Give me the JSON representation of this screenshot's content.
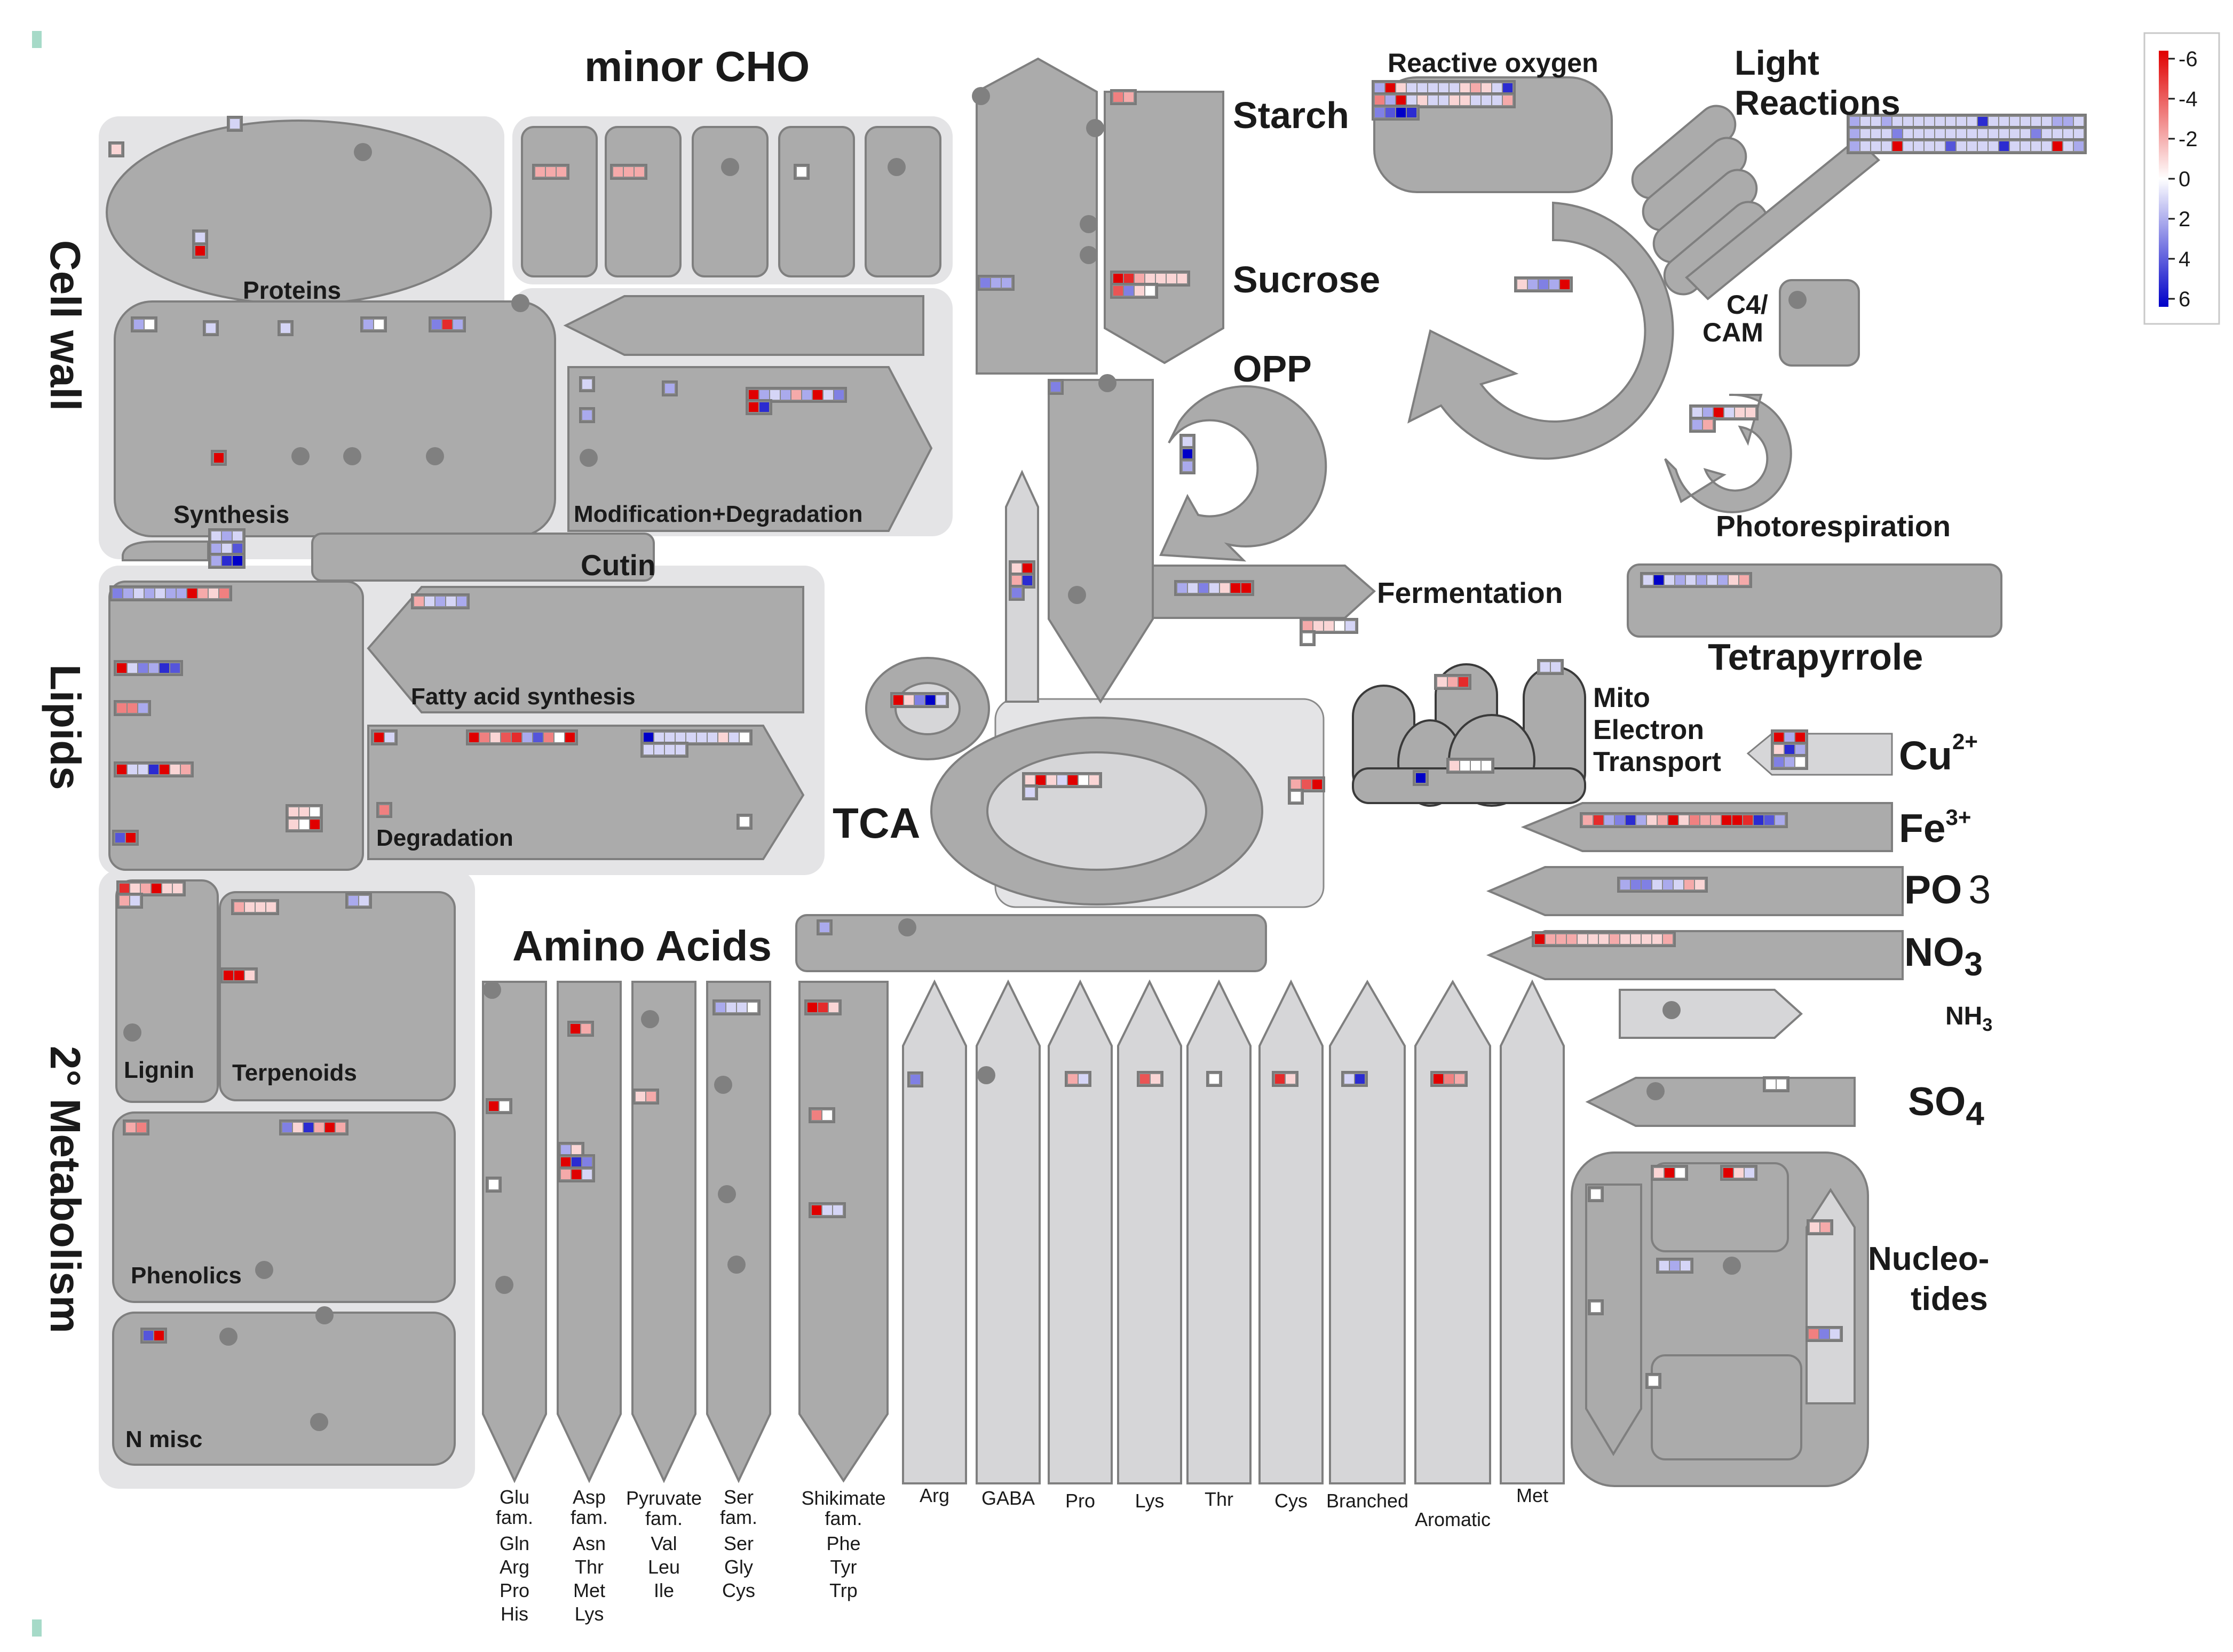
{
  "colors": {
    "frame": "#e4e4e6",
    "box": "#ababab",
    "box_light": "#d6d6d8",
    "outline": "#7f7f7f",
    "dot": "#808080",
    "scale_low": "#0000c8",
    "scale_mid": "#ffffff",
    "scale_high": "#e00000"
  },
  "legend": {
    "ticks": [
      "-6",
      "-4",
      "-2",
      "0",
      "2",
      "4",
      "6"
    ]
  },
  "titles": {
    "minor_cho": "minor CHO",
    "starch": "Starch",
    "sucrose": "Sucrose",
    "opp": "OPP",
    "reactive_oxygen": "Reactive oxygen",
    "light_1": "Light",
    "light_2": "Reactions",
    "c4_1": "C4/",
    "c4_2": "CAM",
    "photorespiration": "Photorespiration",
    "fermentation": "Fermentation",
    "tetrapyrrole": "Tetrapyrrole",
    "mito_1": "Mito",
    "mito_2": "Electron",
    "mito_3": "Transport",
    "tca": "TCA",
    "amino_acids": "Amino Acids",
    "nucleo_1": "Nucleo-",
    "nucleo_2": "tides",
    "cell_wall": "Cell wall",
    "lipids": "Lipids",
    "secondary": "2° Metabolism"
  },
  "labels": {
    "proteins": "Proteins",
    "synthesis": "Synthesis",
    "mod_deg": "Modification+Degradation",
    "cutin": "Cutin",
    "fatty_acid_synthesis": "Fatty acid synthesis",
    "degradation": "Degradation",
    "lignin": "Lignin",
    "terpenoids": "Terpenoids",
    "phenolics": "Phenolics",
    "n_misc": "N misc"
  },
  "ions": {
    "cu": "Cu",
    "cu_sup": "2+",
    "fe": "Fe",
    "fe_sup": "3+",
    "po": "PO",
    "po_num": "3",
    "no": "NO",
    "no_sub": "3",
    "nh": "NH",
    "nh_sub": "3",
    "so": "SO",
    "so_sub": "4"
  },
  "aa_columns": [
    {
      "title": [
        "Glu",
        "fam."
      ],
      "members": [
        "Gln",
        "Arg",
        "Pro",
        "His"
      ]
    },
    {
      "title": [
        "Asp",
        "fam."
      ],
      "members": [
        "Asn",
        "Thr",
        "Met",
        "Lys"
      ]
    },
    {
      "title": [
        "Pyruvate",
        "fam."
      ],
      "members": [
        "Val",
        "Leu",
        "Ile"
      ]
    },
    {
      "title": [
        "Ser",
        "fam."
      ],
      "members": [
        "Ser",
        "Gly",
        "Cys"
      ]
    },
    {
      "title": [
        "Shikimate",
        "fam."
      ],
      "members": [
        "Phe",
        "Tyr",
        "Trp"
      ]
    },
    {
      "title": [
        "Arg"
      ],
      "members": []
    },
    {
      "title": [
        "GABA"
      ],
      "members": []
    },
    {
      "title": [
        "Pro"
      ],
      "members": []
    },
    {
      "title": [
        "Lys"
      ],
      "members": []
    },
    {
      "title": [
        "Thr"
      ],
      "members": []
    },
    {
      "title": [
        "Cys"
      ],
      "members": []
    },
    {
      "title": [
        "Branched"
      ],
      "members": []
    },
    {
      "title": [
        "Aromatic"
      ],
      "members": []
    },
    {
      "title": [
        "Met"
      ],
      "members": []
    }
  ],
  "gene_groups": {
    "proteins": [
      [
        1
      ],
      [
        -1
      ],
      [
        1
      ],
      [
        -6
      ]
    ],
    "synthesis": [
      [
        2,
        0
      ],
      [
        1
      ],
      [
        1
      ],
      [
        2,
        0
      ],
      [
        3,
        -5,
        2
      ],
      [
        -6
      ]
    ],
    "synthesis_bottom": [
      [
        1,
        2,
        1
      ],
      [
        2,
        1,
        4
      ],
      [
        2,
        5,
        6
      ]
    ],
    "minor_cho": [
      [
        -2,
        -2,
        -2
      ],
      [
        -2,
        -2,
        -2
      ],
      [
        0
      ]
    ],
    "mod_deg": [
      [
        1
      ],
      [
        2
      ],
      [
        2
      ],
      [
        -6,
        2,
        1,
        2,
        -2,
        2,
        -6,
        1,
        3
      ],
      [
        -6,
        5
      ]
    ],
    "starch": [
      [
        -3,
        -2
      ],
      [
        3,
        2,
        2
      ]
    ],
    "sucrose": [
      [
        -6,
        -5,
        -2,
        -1,
        -1,
        -1,
        -1
      ],
      [
        -4,
        3,
        -1,
        0
      ]
    ],
    "reactive_oxygen": [
      [
        2,
        -6,
        -1,
        1,
        1,
        1,
        1,
        1,
        -1,
        -2,
        -1,
        1,
        5
      ],
      [
        -3,
        2,
        -6,
        1,
        -1,
        1,
        1,
        -1,
        -1,
        1,
        1,
        1,
        -2
      ],
      [
        3,
        4,
        6,
        5
      ]
    ],
    "light": [
      [
        2,
        1,
        1,
        2,
        1,
        1,
        1,
        1,
        1,
        1,
        1,
        1,
        5,
        1,
        1,
        1,
        1,
        1,
        1,
        2,
        2,
        1
      ],
      [
        2,
        1,
        1,
        1,
        3,
        1,
        1,
        1,
        1,
        1,
        1,
        1,
        1,
        1,
        1,
        1,
        1,
        3,
        1,
        1,
        1,
        1
      ],
      [
        2,
        1,
        1,
        1,
        -6,
        1,
        1,
        1,
        1,
        4,
        1,
        1,
        1,
        1,
        5,
        1,
        1,
        1,
        1,
        -6,
        1,
        2
      ]
    ],
    "cycle": [
      [
        -1,
        2,
        3,
        2,
        -6
      ]
    ],
    "photoresp": [
      [
        1,
        2,
        -6,
        1,
        -1,
        -1
      ],
      [
        2,
        -2
      ]
    ],
    "opp": [
      [
        1
      ],
      [
        6
      ],
      [
        2
      ]
    ],
    "glycolysis": [
      [
        -1,
        -6
      ],
      [
        -2,
        5
      ],
      [
        3
      ]
    ],
    "left_small": [
      [
        3
      ]
    ],
    "fermentation": [
      [
        2,
        1,
        3,
        1,
        -1,
        -6,
        -6
      ]
    ],
    "ferm_sub": [
      [
        -2,
        -1,
        -1,
        0,
        1
      ],
      [
        0
      ]
    ],
    "tetrapyrrole": [
      [
        1,
        6,
        1,
        2,
        1,
        2,
        1,
        2,
        -1,
        -2
      ]
    ],
    "tca_small": [
      [
        -6,
        -1,
        3,
        6,
        1
      ]
    ],
    "tca_ring": [
      [
        -1,
        -6,
        -1,
        1,
        -6,
        0,
        -1
      ],
      [
        1
      ]
    ],
    "mito": [
      [
        -1,
        -2,
        -5
      ],
      [
        -1,
        0,
        0,
        0
      ],
      [
        6
      ],
      [
        1,
        1
      ]
    ],
    "mito_left": [
      [
        -2,
        -4,
        -6
      ],
      [
        0
      ]
    ],
    "cu": [
      [
        -6,
        2,
        -6
      ],
      [
        -1,
        5,
        2
      ],
      [
        3,
        2,
        0
      ]
    ],
    "fe": [
      [
        -2,
        -5,
        2,
        3,
        5,
        2,
        -1,
        -2,
        -6,
        -1,
        -3,
        -2,
        -2,
        -6,
        -6,
        -5,
        5,
        4,
        2
      ]
    ],
    "po": [
      [
        2,
        3,
        3,
        1,
        2,
        1,
        -2,
        -1
      ]
    ],
    "no": [
      [
        -6,
        -2,
        -2,
        -2,
        -1,
        -1,
        -1,
        -2,
        -1,
        -1,
        -1,
        -1,
        -2
      ]
    ],
    "so": [
      [
        0,
        0
      ]
    ],
    "fatty_acid": [
      [
        -2,
        1,
        2,
        1,
        2
      ]
    ],
    "lipids_left": [
      [
        3,
        2,
        1,
        2,
        1,
        2,
        2,
        -6,
        -2,
        -1,
        -3
      ],
      [
        -6,
        1,
        3,
        2,
        5,
        4
      ],
      [
        -3,
        -3,
        2
      ],
      [
        -6,
        1,
        1,
        5,
        -6,
        -1,
        -2
      ],
      [
        -1,
        -1,
        0
      ],
      [
        -1,
        0,
        -6
      ],
      [
        4,
        -6
      ]
    ],
    "degradation": [
      [
        -6,
        1
      ],
      [
        -6,
        -3,
        -1,
        -4,
        -5,
        2,
        4,
        -3,
        0,
        -6
      ],
      [
        6,
        1,
        1,
        1,
        1,
        1,
        1,
        -1,
        1,
        0
      ],
      [
        1,
        1,
        1,
        1
      ],
      [
        -3
      ],
      [
        0
      ]
    ],
    "lignin": [
      [
        -5,
        -1,
        -2,
        -6,
        -1,
        -1
      ],
      [
        -2,
        1
      ]
    ],
    "terpenoids": [
      [
        -2,
        -1,
        -1,
        -1
      ],
      [
        2,
        1
      ],
      [
        -6,
        -6,
        -1
      ]
    ],
    "phenolics": [
      [
        -2,
        -3
      ],
      [
        3,
        -1,
        5,
        -2,
        -6,
        -2
      ]
    ],
    "n_misc": [
      [
        4,
        -6
      ]
    ],
    "amino_acids": [
      [
        2
      ],
      [
        -6,
        0
      ],
      [
        0
      ],
      [
        -6,
        -2
      ],
      [
        2,
        -1
      ],
      [
        -6,
        5,
        3
      ],
      [
        -2,
        -6,
        1
      ],
      [
        -1,
        -2
      ],
      [
        2,
        1,
        1,
        0
      ],
      [
        -6,
        -5,
        -1
      ],
      [
        -3,
        0
      ],
      [
        -6,
        1,
        1
      ],
      [
        3
      ],
      [
        -2,
        1
      ],
      [
        -4,
        -1
      ],
      [
        0
      ],
      [
        -5,
        -1
      ],
      [
        1,
        5
      ],
      [
        -6,
        -3,
        -2
      ]
    ],
    "nucleotides": [
      [
        0
      ],
      [
        0
      ],
      [
        0
      ],
      [
        -1,
        -6,
        0
      ],
      [
        -6,
        -1,
        1
      ],
      [
        1,
        2,
        1
      ],
      [
        -1,
        -2
      ],
      [
        -3,
        3,
        1
      ]
    ]
  }
}
